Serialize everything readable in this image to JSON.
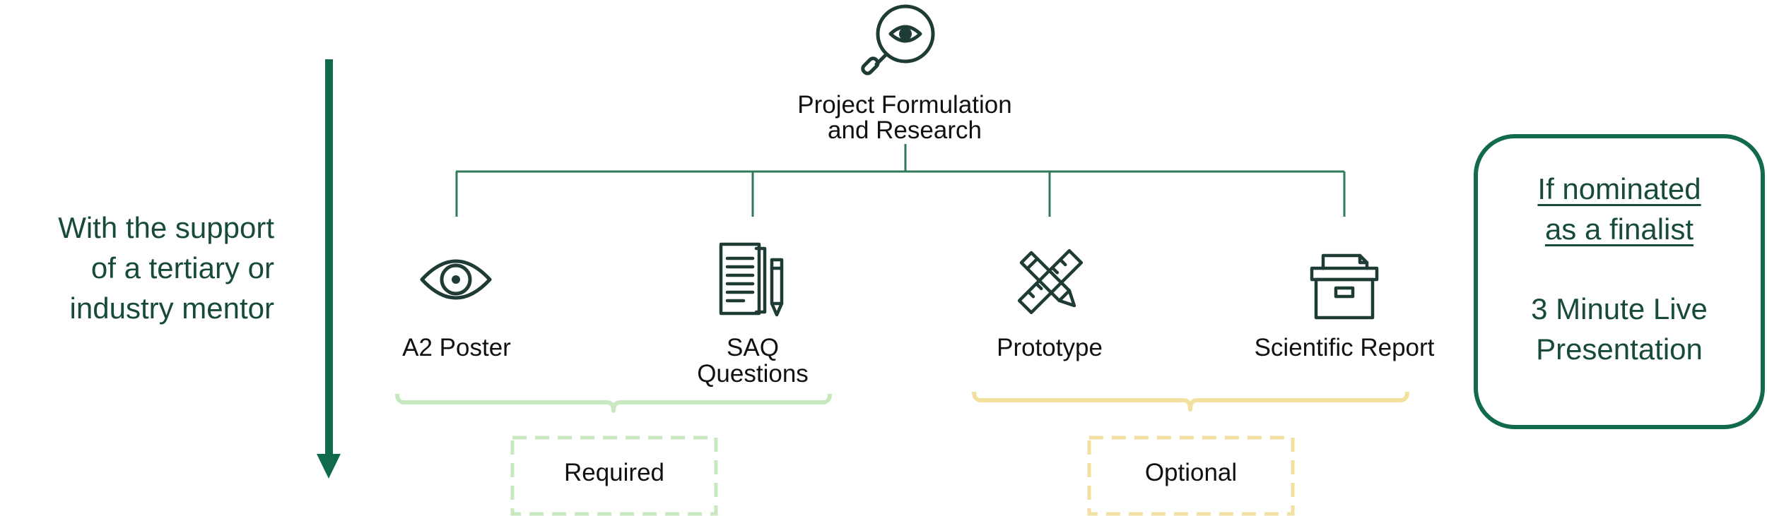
{
  "mentor_note": {
    "lines": [
      "With the support",
      "of a tertiary or",
      "industry mentor"
    ]
  },
  "root": {
    "lines": [
      "Project Formulation",
      "and Research"
    ],
    "icon": "magnifier-eye-icon"
  },
  "components": [
    {
      "lines": [
        "A2 Poster"
      ],
      "icon": "eye-icon"
    },
    {
      "lines": [
        "SAQ",
        "Questions"
      ],
      "icon": "document-pencil-icon"
    },
    {
      "lines": [
        "Prototype"
      ],
      "icon": "pencil-ruler-icon"
    },
    {
      "lines": [
        "Scientific Report"
      ],
      "icon": "archive-box-icon"
    }
  ],
  "groups": {
    "required": {
      "label": "Required",
      "color": "#c8e8c0"
    },
    "optional": {
      "label": "Optional",
      "color": "#f1e0a0"
    }
  },
  "finalist": {
    "heading_lines": [
      "If nominated",
      "as a finalist"
    ],
    "body_lines": [
      "3 Minute Live",
      "Presentation"
    ]
  },
  "colors": {
    "dark_green": "#116b4b",
    "tree_green": "#2f7a5a",
    "icon_dark": "#1f3b35",
    "text_green": "#174a3b"
  }
}
